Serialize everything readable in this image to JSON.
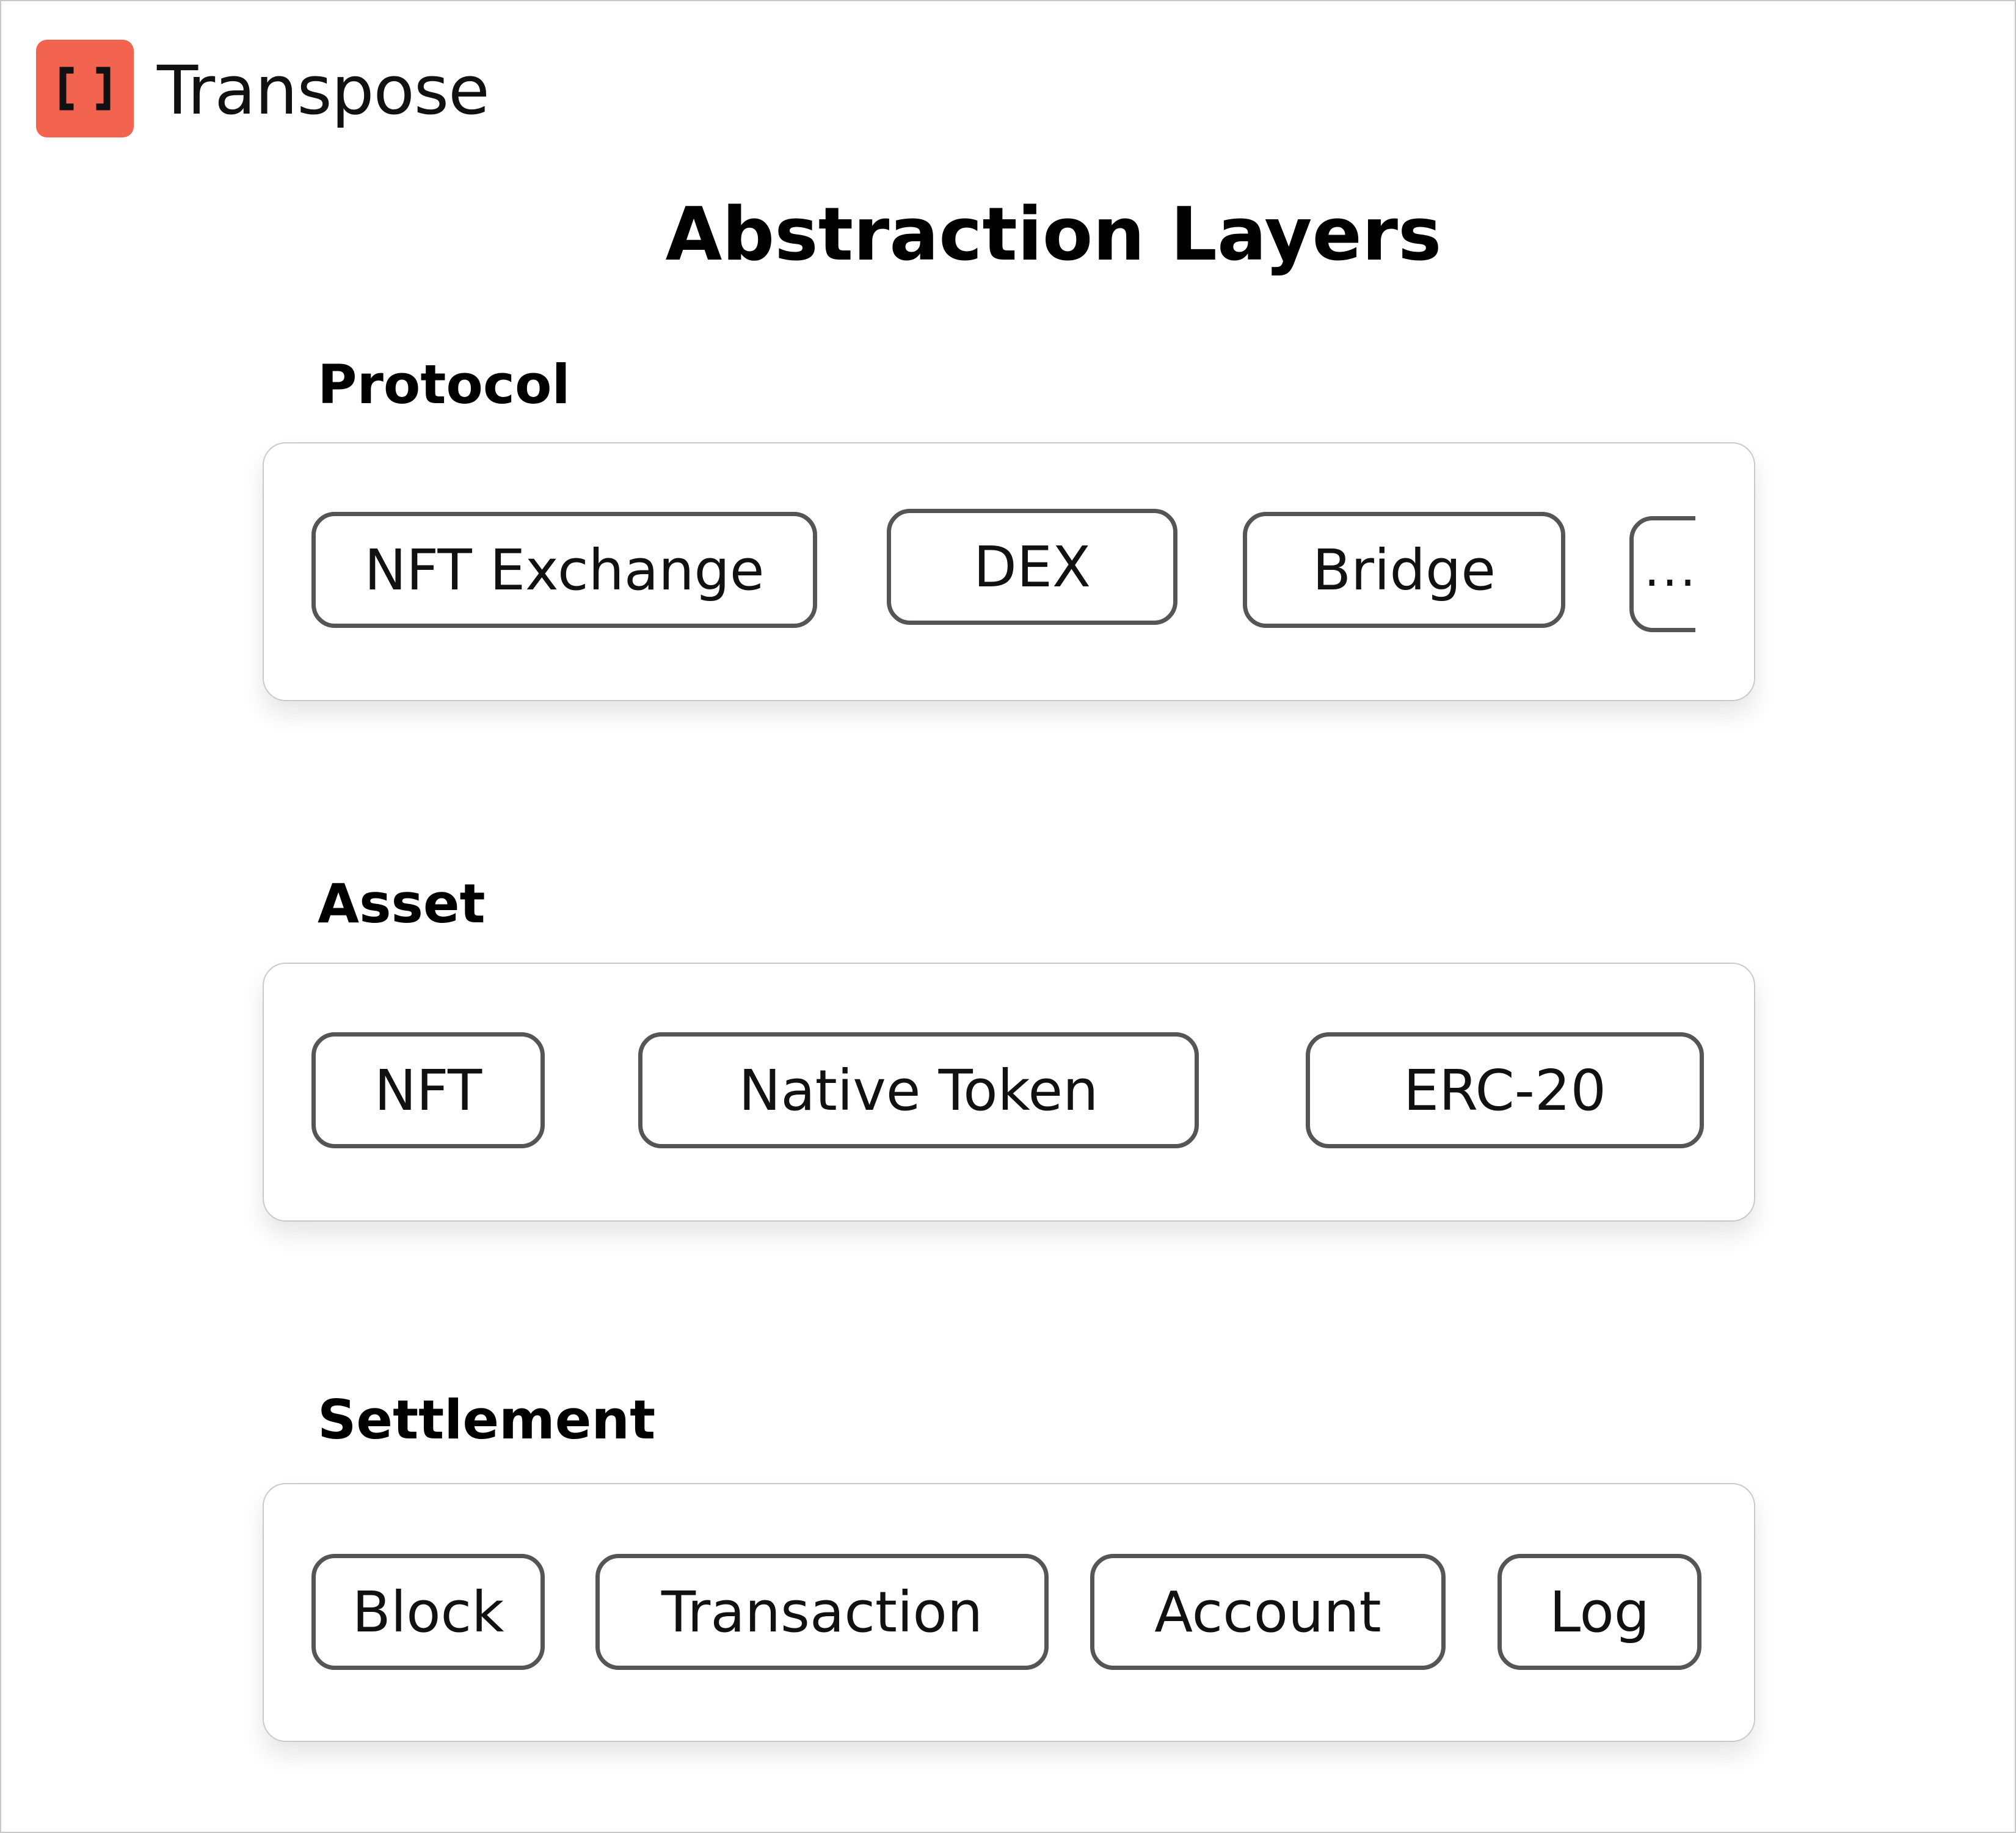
{
  "brand": {
    "name": "Transpose",
    "logo_color": "#f26350"
  },
  "title": "Abstraction Layers",
  "layers": [
    {
      "label": "Protocol",
      "items": [
        "NFT Exchange",
        "DEX",
        "Bridge",
        "..."
      ]
    },
    {
      "label": "Asset",
      "items": [
        "NFT",
        "Native Token",
        "ERC-20"
      ]
    },
    {
      "label": "Settlement",
      "items": [
        "Block",
        "Transaction",
        "Account",
        "Log"
      ]
    }
  ]
}
